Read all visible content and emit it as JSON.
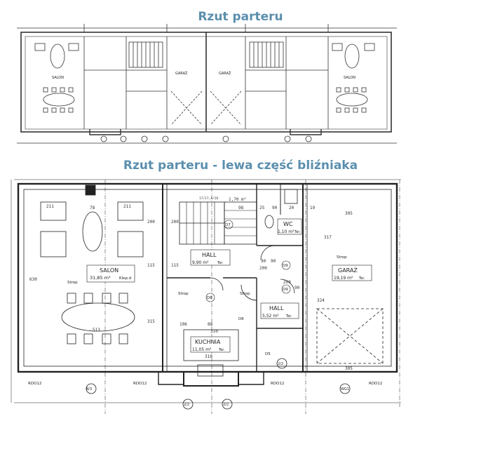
{
  "titles": {
    "top": "Rzut parteru",
    "bottom": "Rzut parteru - lewa część bliźniaka"
  },
  "rooms": [
    {
      "id": "salon",
      "name": "SALON",
      "area": "31,85 m²",
      "note": "Klep.d"
    },
    {
      "id": "hall1",
      "name": "HALL",
      "area": "9,90 m²",
      "note": "Ter."
    },
    {
      "id": "wc",
      "name": "WC",
      "area": "1,10 m²",
      "note": "Ter."
    },
    {
      "id": "hall2",
      "name": "HALL",
      "area": "5,52 m²",
      "note": "Ter."
    },
    {
      "id": "kuchnia",
      "name": "KUCHNIA",
      "area": "11,05 m²",
      "note": "Ter."
    },
    {
      "id": "garaz",
      "name": "GARAŻ",
      "area": "19,19 m²",
      "note": "Ter."
    }
  ],
  "dimensions": {
    "d78": "78",
    "d211a": "211",
    "d211b": "211",
    "d177": "17/17,4/28",
    "d170": "1,70 m²",
    "d98": "98",
    "d25": "25",
    "d90": "90",
    "d20": "20",
    "d19": "19",
    "d305a": "305",
    "d305b": "305",
    "d317": "317",
    "d630": "630",
    "d513": "513",
    "d315": "315",
    "d115a": "115",
    "d115b": "115",
    "d200a": "200",
    "d200b": "200",
    "d106": "106",
    "d88": "88",
    "d310a": "310",
    "d310b": "310",
    "d324": "324",
    "d90b": "90",
    "d200c": "200",
    "d200d": "200",
    "d90c": "90",
    "d90d": "90"
  },
  "marks": {
    "strop1": "Strop",
    "strop2": "Strop",
    "strop3": "Strop",
    "strop4": "Strop",
    "d7": "D7",
    "d8": "D8",
    "d9": "D9",
    "d9b": "D9",
    "d6": "D6",
    "d5": "D5",
    "rdo1": "RDO12",
    "rdo2": "RDO12",
    "rdo3": "RDO12",
    "rdo4": "RDO12",
    "axis83": "8/3",
    "axis22a": "2/2",
    "axis22b": "2/2",
    "axis22c": "2/2",
    "axiswg": "WG1"
  },
  "top_plan_labels": {
    "salon_l": "SALON",
    "garaz_l": "GARAŻ",
    "garaz_r": "GARAŻ",
    "salon_r": "SALON"
  }
}
